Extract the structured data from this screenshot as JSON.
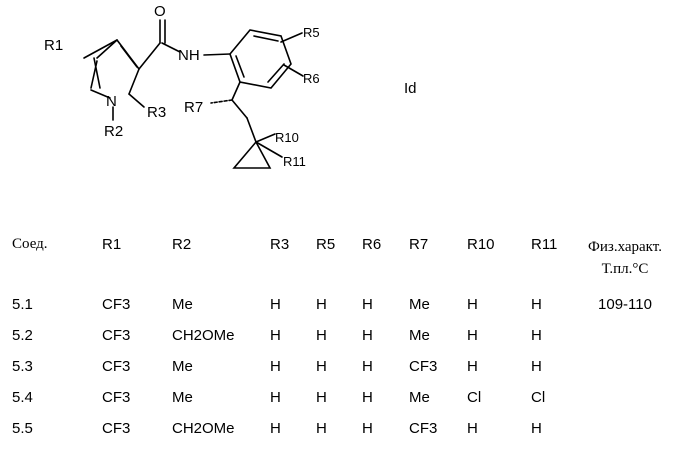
{
  "structure": {
    "labels": {
      "r1": "R1",
      "o": "O",
      "nh": "NH",
      "n": "N",
      "r2": "R2",
      "r3": "R3",
      "r5": "R5",
      "r6": "R6",
      "r7": "R7",
      "r10": "R10",
      "r11": "R11"
    },
    "compound_id": "Id"
  },
  "table": {
    "headers": {
      "compound": "Соед.",
      "r1": "R1",
      "r2": "R2",
      "r3": "R3",
      "r5": "R5",
      "r6": "R6",
      "r7": "R7",
      "r10": "R10",
      "r11": "R11",
      "phys_line1": "Физ.характ.",
      "phys_line2": "Т.пл.°C"
    },
    "rows": [
      {
        "compound": "5.1",
        "r1": "CF3",
        "r2": "Me",
        "r3": "H",
        "r5": "H",
        "r6": "H",
        "r7": "Me",
        "r10": "H",
        "r11": "H",
        "phys": "109-110"
      },
      {
        "compound": "5.2",
        "r1": "CF3",
        "r2": "CH2OMe",
        "r3": "H",
        "r5": "H",
        "r6": "H",
        "r7": "Me",
        "r10": "H",
        "r11": "H",
        "phys": ""
      },
      {
        "compound": "5.3",
        "r1": "CF3",
        "r2": "Me",
        "r3": "H",
        "r5": "H",
        "r6": "H",
        "r7": "CF3",
        "r10": "H",
        "r11": "H",
        "phys": ""
      },
      {
        "compound": "5.4",
        "r1": "CF3",
        "r2": "Me",
        "r3": "H",
        "r5": "H",
        "r6": "H",
        "r7": "Me",
        "r10": "Cl",
        "r11": "Cl",
        "phys": ""
      },
      {
        "compound": "5.5",
        "r1": "CF3",
        "r2": "CH2OMe",
        "r3": "H",
        "r5": "H",
        "r6": "H",
        "r7": "CF3",
        "r10": "H",
        "r11": "H",
        "phys": ""
      }
    ]
  }
}
